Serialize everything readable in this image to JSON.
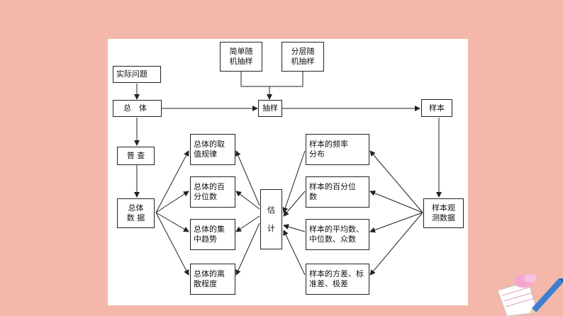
{
  "diagram": {
    "boxes": {
      "shijiwenti": "实际问题",
      "zongti": "总　体",
      "pucha": "普 查",
      "zongtishuju": "总体\n数 据",
      "jiandan": "简单随\n机抽样",
      "fenceng": "分层随\n机抽样",
      "chouyang": "抽样",
      "yangben": "样本",
      "yangbenguance": "样本观\n测数据",
      "guji": "估\n\n计",
      "zt_quzhi": "总体的取\n值规律",
      "zt_baifen": "总体的百\n分位数",
      "zt_jizhong": "总体的集\n中趋势",
      "zt_lisan": "总体的离\n散程度",
      "yb_pinlv": "样本的频率\n分布",
      "yb_baifen": "样本的百分位\n数",
      "yb_pingjun": "样本的平均数、\n中位数、众数",
      "yb_fangcha": "样本的方差、标\n准差、极差"
    }
  }
}
